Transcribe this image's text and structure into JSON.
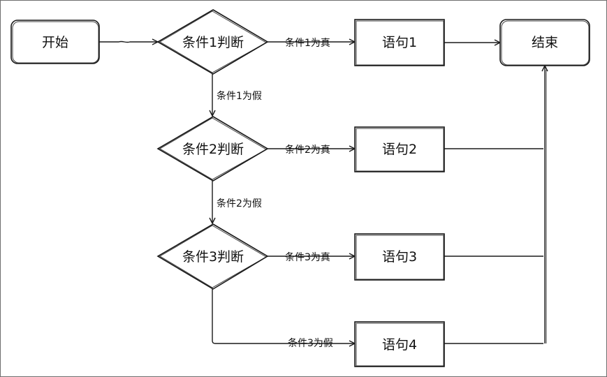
{
  "nodes": {
    "start": "开始",
    "cond1": "条件1判断",
    "cond2": "条件2判断",
    "cond3": "条件3判断",
    "stmt1": "语句1",
    "stmt2": "语句2",
    "stmt3": "语句3",
    "stmt4": "语句4",
    "end": "结束"
  },
  "edges": {
    "c1_true": "条件1为真",
    "c1_false": "条件1为假",
    "c2_true": "条件2为真",
    "c2_false": "条件2为假",
    "c3_true": "条件3为真",
    "c3_false": "条件3为假"
  }
}
